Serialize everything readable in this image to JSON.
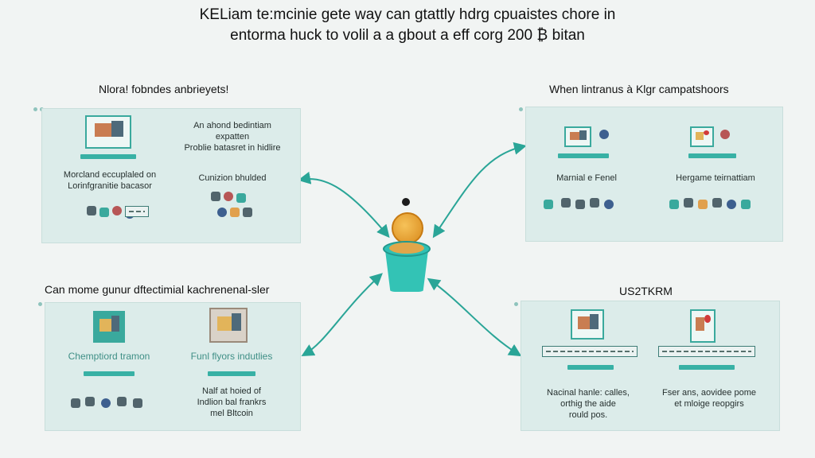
{
  "title": {
    "line1": "KELiam te:mcinie gete way can gtattly hdrg cpuaistes chore in",
    "line2": "entorma huck to volil a a gbout a eff corg 200 ₿ bitan"
  },
  "top_left": {
    "heading": "Nlora! fobndes anbrieyets!",
    "text_a": "An ahond bedintiam\nexpatten\nProblie batasret in hidlire",
    "caption_a": "Morcland eccuplaled on\nLorinfgranitie bacasor",
    "caption_b": "Cunizion bhulded"
  },
  "top_right": {
    "heading": "When lintranus à Klgr campatshoors",
    "caption_a": "Marnial e Fenel",
    "caption_b": "Hergame teirnattiam"
  },
  "bottom_left": {
    "heading": "Can mome gunur dftectimial kachrenenal-sler",
    "label_a": "Chemptiord tramon",
    "label_b": "Funl flyors indutlies",
    "caption_b": "Nalf at hoied of\nIndlion bal frankrs\nmel Bltcoin"
  },
  "bottom_right": {
    "heading": "US2TKRM",
    "caption_a": "Nacinal hanle: calles,\northig the aide\nrould pos.",
    "caption_b": "Fser ans, aovidee pome\net mloige reopgirs"
  },
  "colors": {
    "panel": "#dcecea",
    "accent": "#38b1a5",
    "arrow": "#2aa597"
  },
  "icons": [
    "bitcoin-coin-icon",
    "bucket-icon"
  ]
}
